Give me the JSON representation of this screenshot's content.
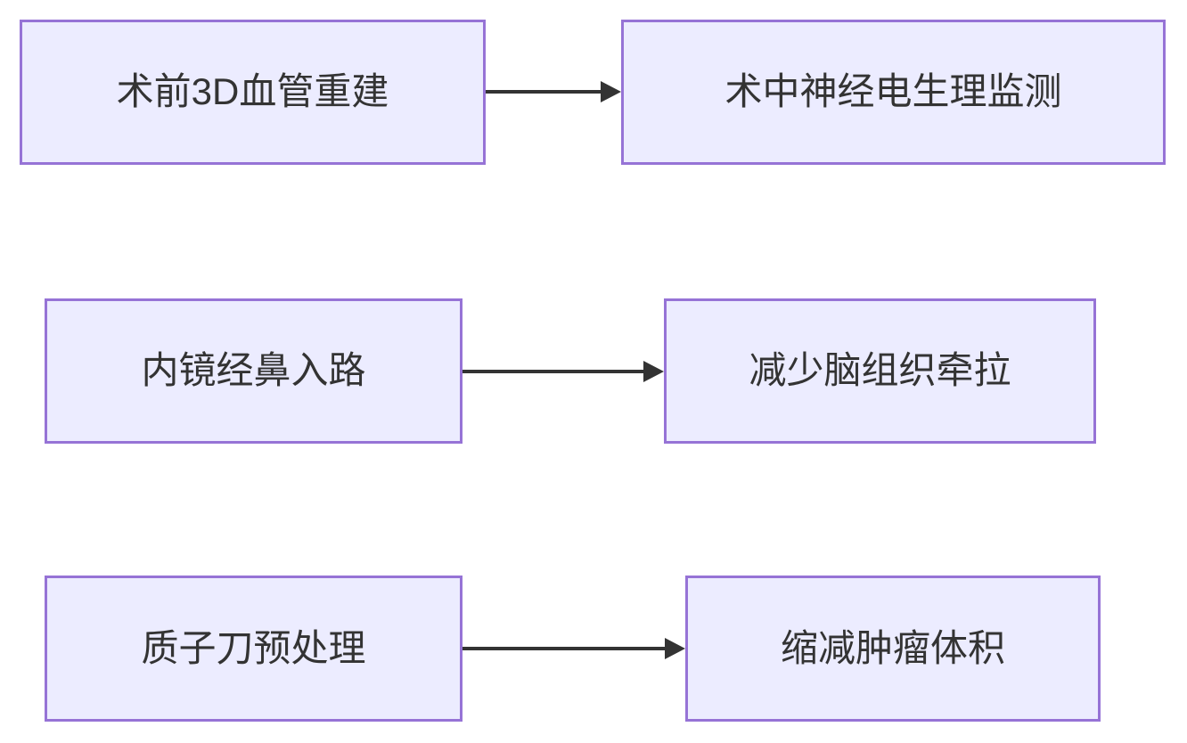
{
  "diagram": {
    "type": "flowchart",
    "direction": "left-to-right",
    "nodes": [
      {
        "id": "A",
        "label": "术前3D血管重建"
      },
      {
        "id": "B",
        "label": "术中神经电生理监测"
      },
      {
        "id": "C",
        "label": "内镜经鼻入路"
      },
      {
        "id": "D",
        "label": "减少脑组织牵拉"
      },
      {
        "id": "E",
        "label": "质子刀预处理"
      },
      {
        "id": "F",
        "label": "缩减肿瘤体积"
      }
    ],
    "edges": [
      {
        "from": "A",
        "to": "B",
        "style": "arrow"
      },
      {
        "from": "C",
        "to": "D",
        "style": "arrow"
      },
      {
        "from": "E",
        "to": "F",
        "style": "arrow"
      }
    ],
    "colors": {
      "node_fill": "#ECECFF",
      "node_border": "#9673D6",
      "arrow": "#333333",
      "text": "#333333",
      "background": "#FFFFFF"
    }
  }
}
